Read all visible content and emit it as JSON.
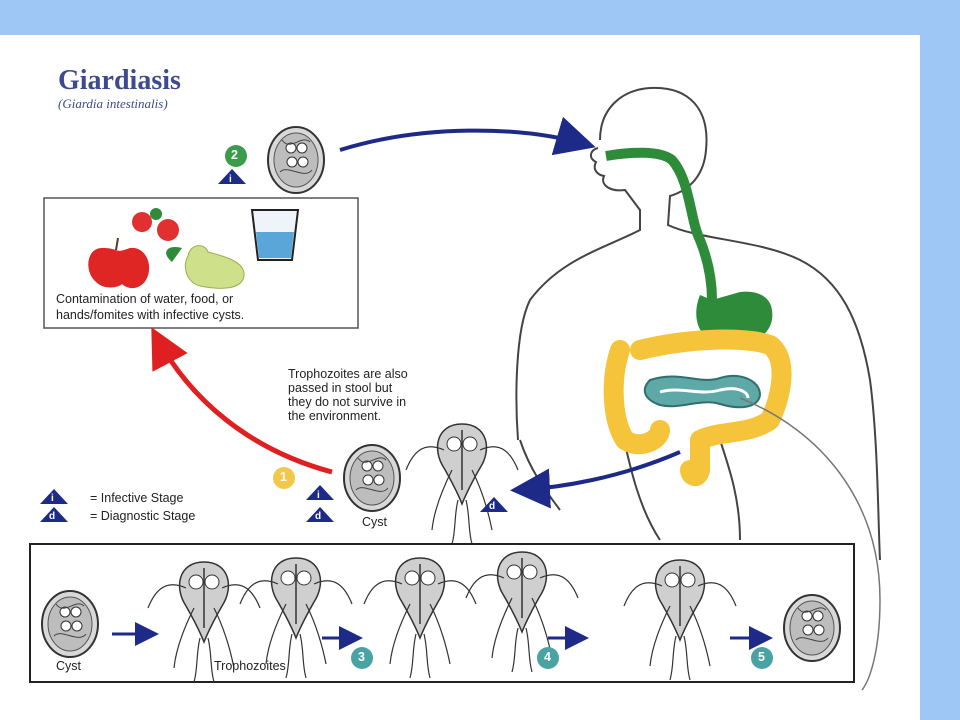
{
  "diagram": {
    "title": "Giardiasis",
    "subtitle": "(Giardia intestinalis)",
    "contamination_text_1": "Contamination of water, food, or",
    "contamination_text_2": "hands/fomites with infective cysts.",
    "troph_note_1": "Trophozoites are also",
    "troph_note_2": "passed in stool but",
    "troph_note_3": "they do not survive in",
    "troph_note_4": "the environment.",
    "cyst_label": "Cyst",
    "legend_infective": "= Infective Stage",
    "legend_diagnostic": "= Diagnostic Stage",
    "badge_i": "i",
    "badge_d": "d",
    "step_1": "1",
    "step_2": "2",
    "step_3": "3",
    "step_4": "4",
    "step_5": "5",
    "bottom_cyst_label": "Cyst",
    "bottom_troph_label": "Trophozoites"
  },
  "colors": {
    "slide_bg": "#9ec7f5",
    "title": "#3d4a8e",
    "arrow_blue": "#1e2a88",
    "arrow_red": "#e02020",
    "gut_green": "#2e8b3a",
    "colon_yellow": "#f5c43a",
    "small_intestine_teal": "#5fa8a8",
    "step_green": "#3a9c4a",
    "step_yellow": "#f2c84b",
    "step_teal": "#4aa3a3",
    "badge_navy": "#1e2a88"
  }
}
